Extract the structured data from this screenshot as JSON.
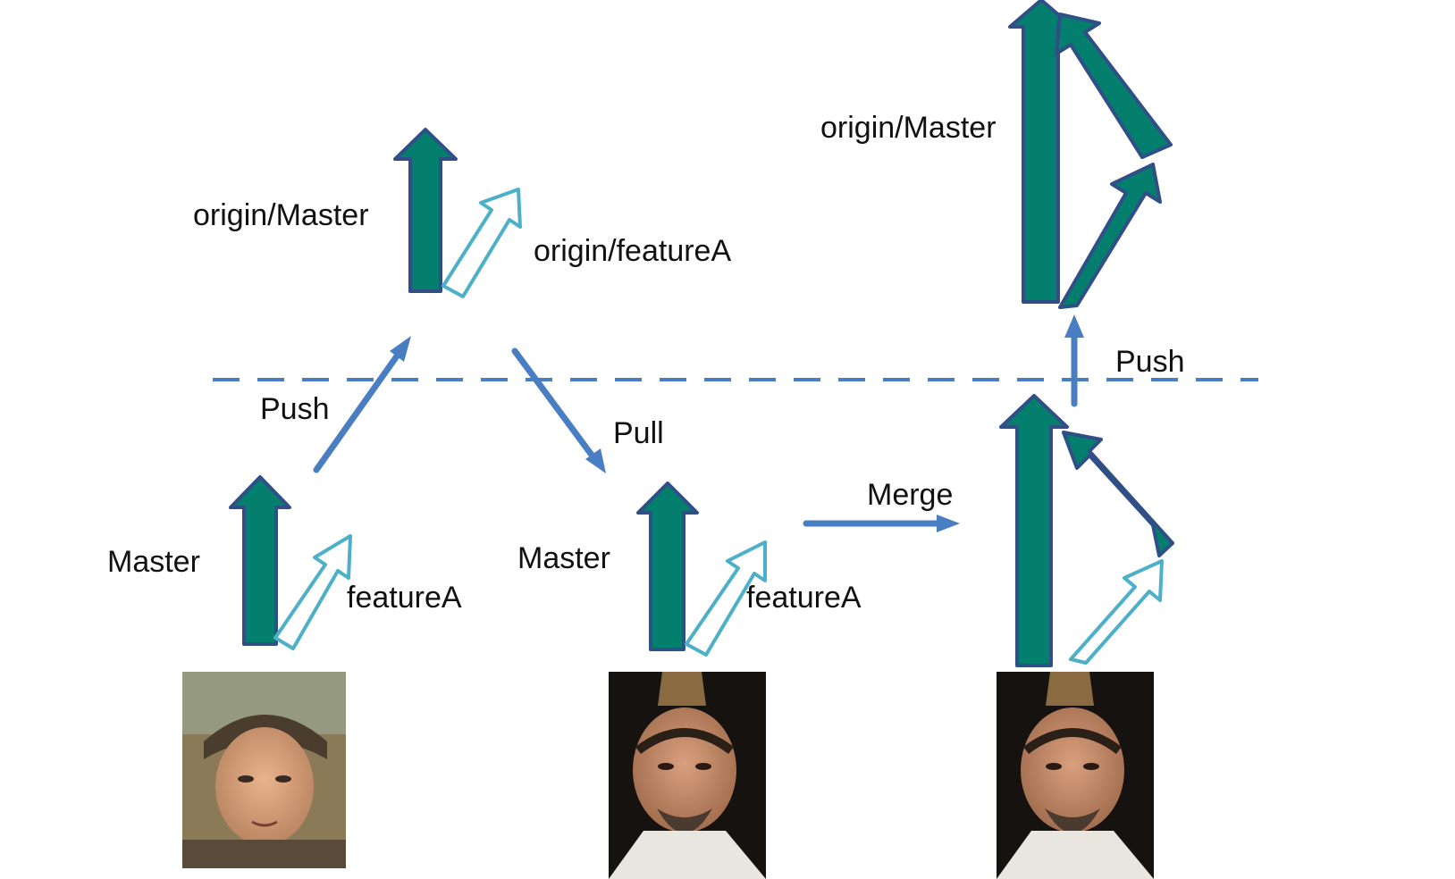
{
  "colors": {
    "branch_fill": "#047f6d",
    "branch_outline": "#2f4f86",
    "feature_outline": "#4bb0c8",
    "flow_arrow": "#4a7ec2",
    "remote_line": "#4a7ec2",
    "photo_young_bg": "#8a7a58",
    "photo_elder_bg": "#151210"
  },
  "labels": {
    "origin_master_1": "origin/Master",
    "origin_feature": "origin/featureA",
    "origin_master_2": "origin/Master",
    "push_1": "Push",
    "pull": "Pull",
    "merge": "Merge",
    "push_2": "Push",
    "master_1": "Master",
    "feature_1": "featureA",
    "master_2": "Master",
    "feature_2": "featureA"
  },
  "icons": {
    "branch_arrow": "solid-up-arrow",
    "feature_arrow": "hollow-diagonal-arrow",
    "flow": "thin-arrow",
    "photo": "portrait-photo"
  }
}
